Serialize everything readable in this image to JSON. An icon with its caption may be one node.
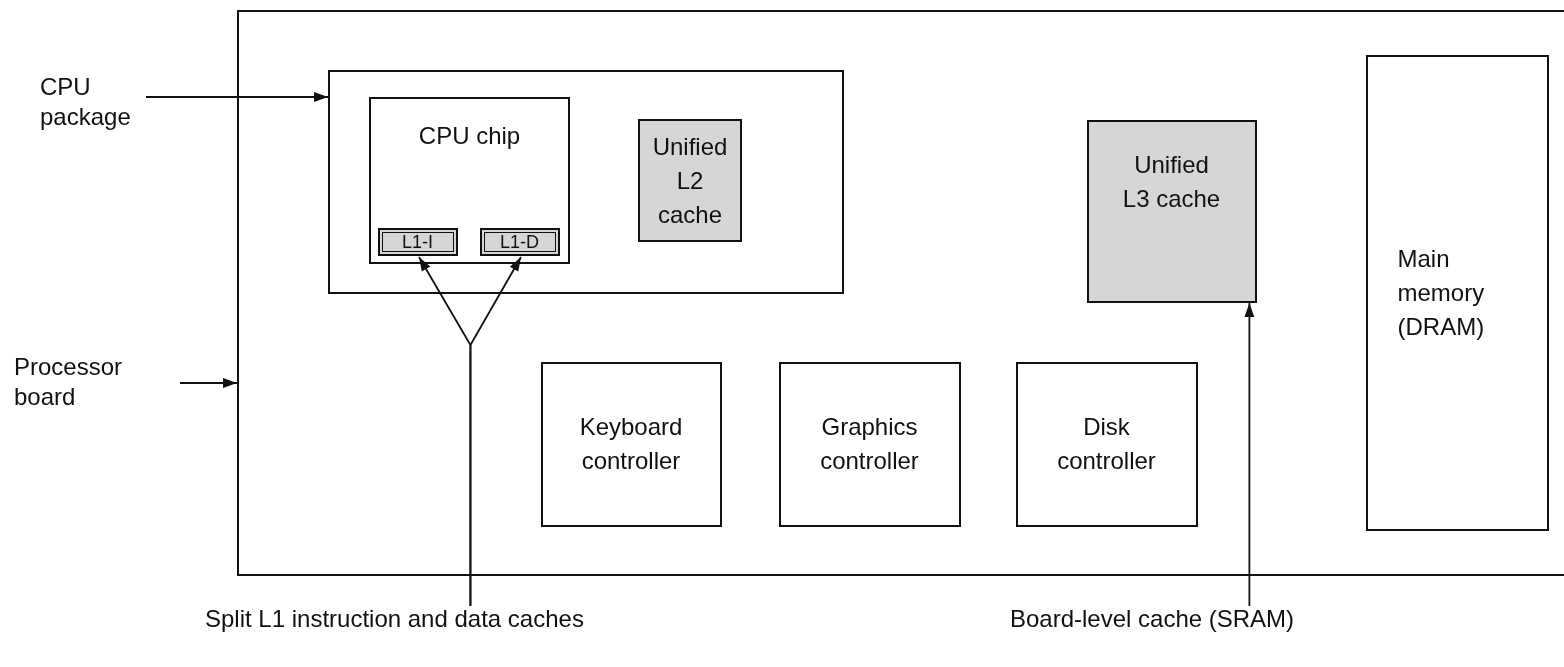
{
  "diagram": {
    "nodes": [
      {
        "text": [
          "CPU package"
        ]
      },
      {
        "text": [
          "Processor board"
        ]
      },
      {
        "text": [],
        "shape": "box"
      },
      {
        "text": [],
        "shape": "box",
        "in": 2
      },
      {
        "text": [
          "CPU chip"
        ],
        "in": 3
      },
      {
        "text": [
          "L1-I"
        ],
        "in": 4
      },
      {
        "text": [
          "L1-D"
        ],
        "in": 4
      },
      {
        "text": [
          "Unified L2 cache"
        ],
        "in": 3
      },
      {
        "text": [
          "Unified L3 cache"
        ],
        "in": 2
      },
      {
        "text": [
          "Main memory (DRAM)"
        ],
        "in": 2
      },
      {
        "text": [
          "Keyboard controller"
        ],
        "in": 2
      },
      {
        "text": [
          "Graphics controller"
        ],
        "in": 2
      },
      {
        "text": [
          "Disk controller"
        ],
        "in": 2
      },
      {
        "text": [
          "Split L1 instruction and data caches"
        ]
      },
      {
        "text": [
          "Board-level cache (SRAM)"
        ]
      }
    ],
    "edges": [
      {
        "from": 0,
        "to": 3,
        "arrow": "to"
      },
      {
        "from": 1,
        "to": 2,
        "arrow": "to"
      },
      {
        "from": 13,
        "to": 5,
        "arrow": "to"
      },
      {
        "from": 13,
        "to": 6,
        "arrow": "to"
      },
      {
        "from": 14,
        "to": 8,
        "arrow": "to"
      }
    ]
  }
}
